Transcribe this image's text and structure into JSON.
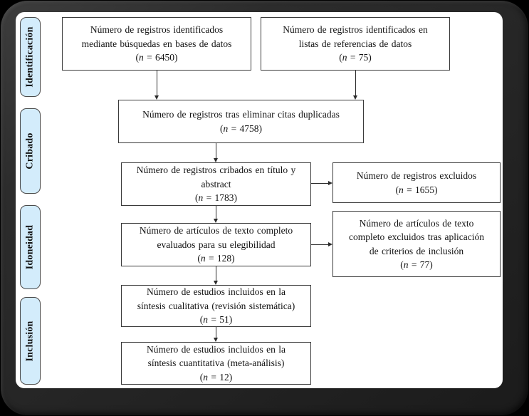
{
  "sidebar": {
    "stages": [
      {
        "label": "Identificación"
      },
      {
        "label": "Cribado"
      },
      {
        "label": "Idoneidad"
      },
      {
        "label": "Inclusión"
      }
    ]
  },
  "boxes": {
    "identified_db": {
      "lines": [
        "Número de registros identificados",
        "mediante búsquedas en bases de datos"
      ],
      "count": "(n = 6450)"
    },
    "identified_refs": {
      "lines": [
        "Número de registros identificados en",
        "listas de referencias de datos"
      ],
      "count": "(n = 75)"
    },
    "deduplicated": {
      "lines": [
        "Número de registros tras eliminar citas duplicadas"
      ],
      "count": "(n = 4758)"
    },
    "screened": {
      "lines": [
        "Número de registros cribados en título y",
        "abstract"
      ],
      "count": "(n = 1783)"
    },
    "excluded_screening": {
      "lines": [
        "Número de registros excluidos"
      ],
      "count": "(n = 1655)"
    },
    "fulltext_assessed": {
      "lines": [
        "Número de artículos de texto completo",
        "evaluados para su elegibilidad"
      ],
      "count": "(n = 128)"
    },
    "fulltext_excluded": {
      "lines": [
        "Número de artículos de texto",
        "completo excluidos tras aplicación",
        "de criterios de inclusión"
      ],
      "count": "(n = 77)"
    },
    "qualitative": {
      "lines": [
        "Número de estudios incluidos en la",
        "síntesis cualitativa (revisión sistemática)"
      ],
      "count": "(n = 51)"
    },
    "quantitative": {
      "lines": [
        "Número de estudios incluidos en la",
        "síntesis cuantitativa (meta-análisis)"
      ],
      "count": "(n = 12)"
    }
  },
  "colors": {
    "stage_fill": "#d3ecfb",
    "stage_border": "#4a4a4a",
    "box_border": "#3a3a3a",
    "text": "#111111",
    "canvas": "#ffffff",
    "frame": "#2b2b2b"
  }
}
